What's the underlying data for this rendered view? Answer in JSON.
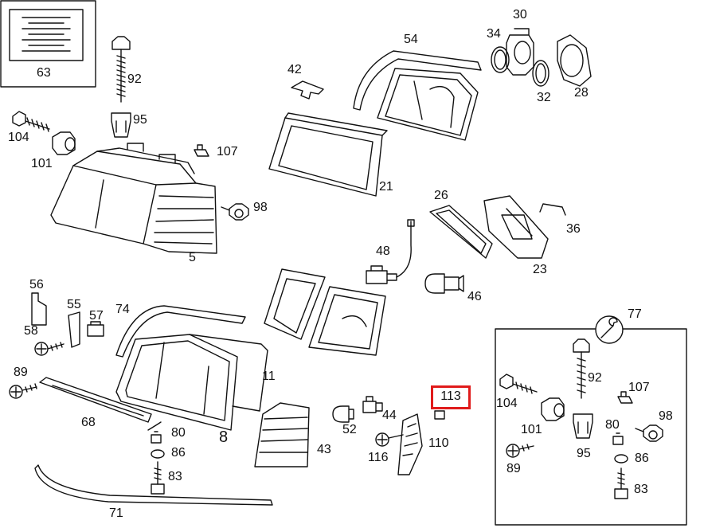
{
  "callouts": {
    "c63": "63",
    "c92": "92",
    "c95": "95",
    "c104": "104",
    "c101": "101",
    "c107": "107",
    "c98": "98",
    "c5": "5",
    "c42": "42",
    "c54": "54",
    "c34": "34",
    "c30": "30",
    "c32": "32",
    "c28": "28",
    "c21": "21",
    "c26": "26",
    "c36": "36",
    "c23": "23",
    "c48": "48",
    "c46": "46",
    "c56": "56",
    "c55": "55",
    "c57": "57",
    "c74": "74",
    "c58": "58",
    "c89": "89",
    "c68": "68",
    "c80": "80",
    "c86": "86",
    "c83": "83",
    "c8": "8",
    "c11": "11",
    "c43": "43",
    "c52": "52",
    "c44": "44",
    "c116": "116",
    "c110": "110",
    "c113": "113",
    "c71": "71",
    "c77": "77",
    "k92": "92",
    "k107": "107",
    "k104": "104",
    "k101": "101",
    "k80": "80",
    "k98": "98",
    "k95": "95",
    "k89": "89",
    "k86": "86",
    "k83": "83"
  },
  "highlight": {
    "part": "113",
    "color": "#e01b1b"
  }
}
